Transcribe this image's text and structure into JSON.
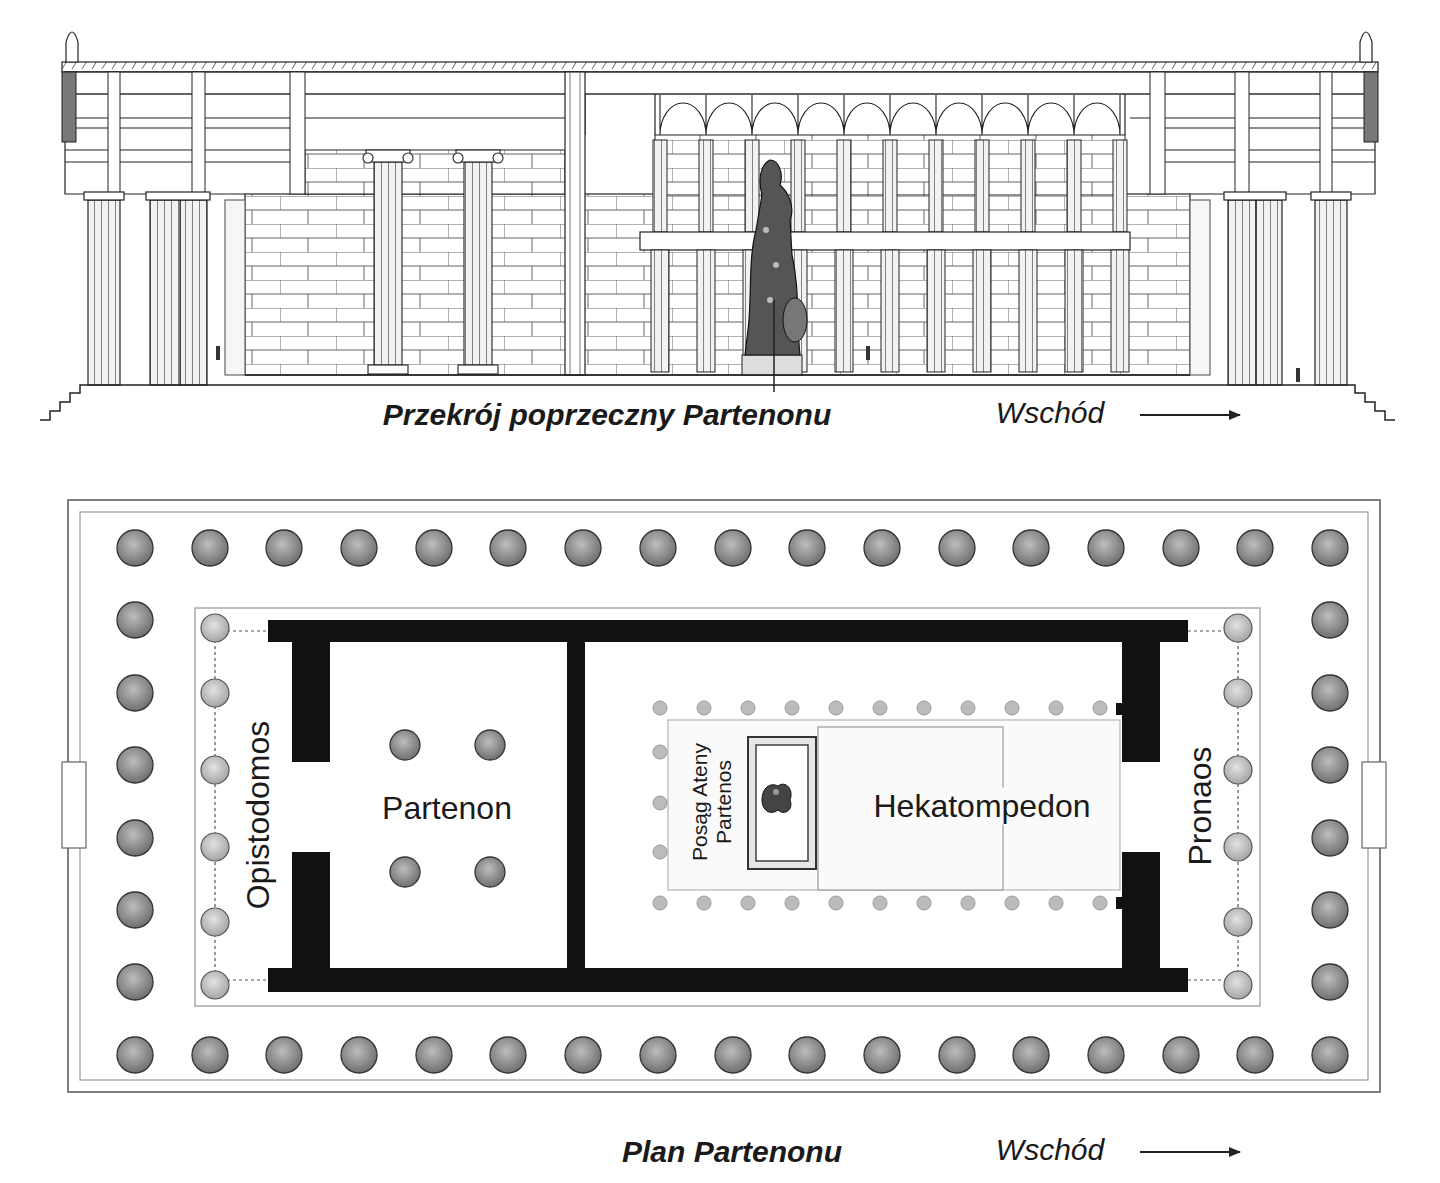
{
  "diagram": {
    "labels": [
      "Przekrój poprzeczny Partenonu",
      "Wschód",
      "Opistodomos",
      "Partenon",
      "Posąg Ateny Partenos",
      "Hekatompedon",
      "Pronaos",
      "Plan Partenonu",
      "Wschód"
    ]
  }
}
